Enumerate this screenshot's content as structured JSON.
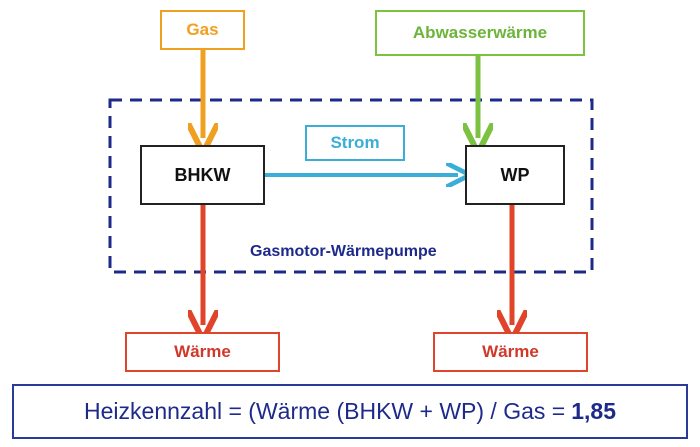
{
  "inputs": {
    "gas_label": "Gas",
    "abwasser_label": "Abwasserwärme",
    "strom_label": "Strom"
  },
  "units": {
    "bhkw_label": "BHKW",
    "wp_label": "WP"
  },
  "outputs": {
    "waerme_left_label": "Wärme",
    "waerme_right_label": "Wärme"
  },
  "system": {
    "label": "Gasmotor-Wärmepumpe"
  },
  "formula": {
    "text": "Heizkennzahl = (Wärme (BHKW + WP) / Gas =",
    "result": "1,85"
  },
  "colors": {
    "gas": "#f0a020",
    "abwasser": "#7cc242",
    "strom": "#3aaed8",
    "waerme": "#e0442a",
    "system_border": "#1e2a8a",
    "formula_text": "#1e2a8a"
  }
}
